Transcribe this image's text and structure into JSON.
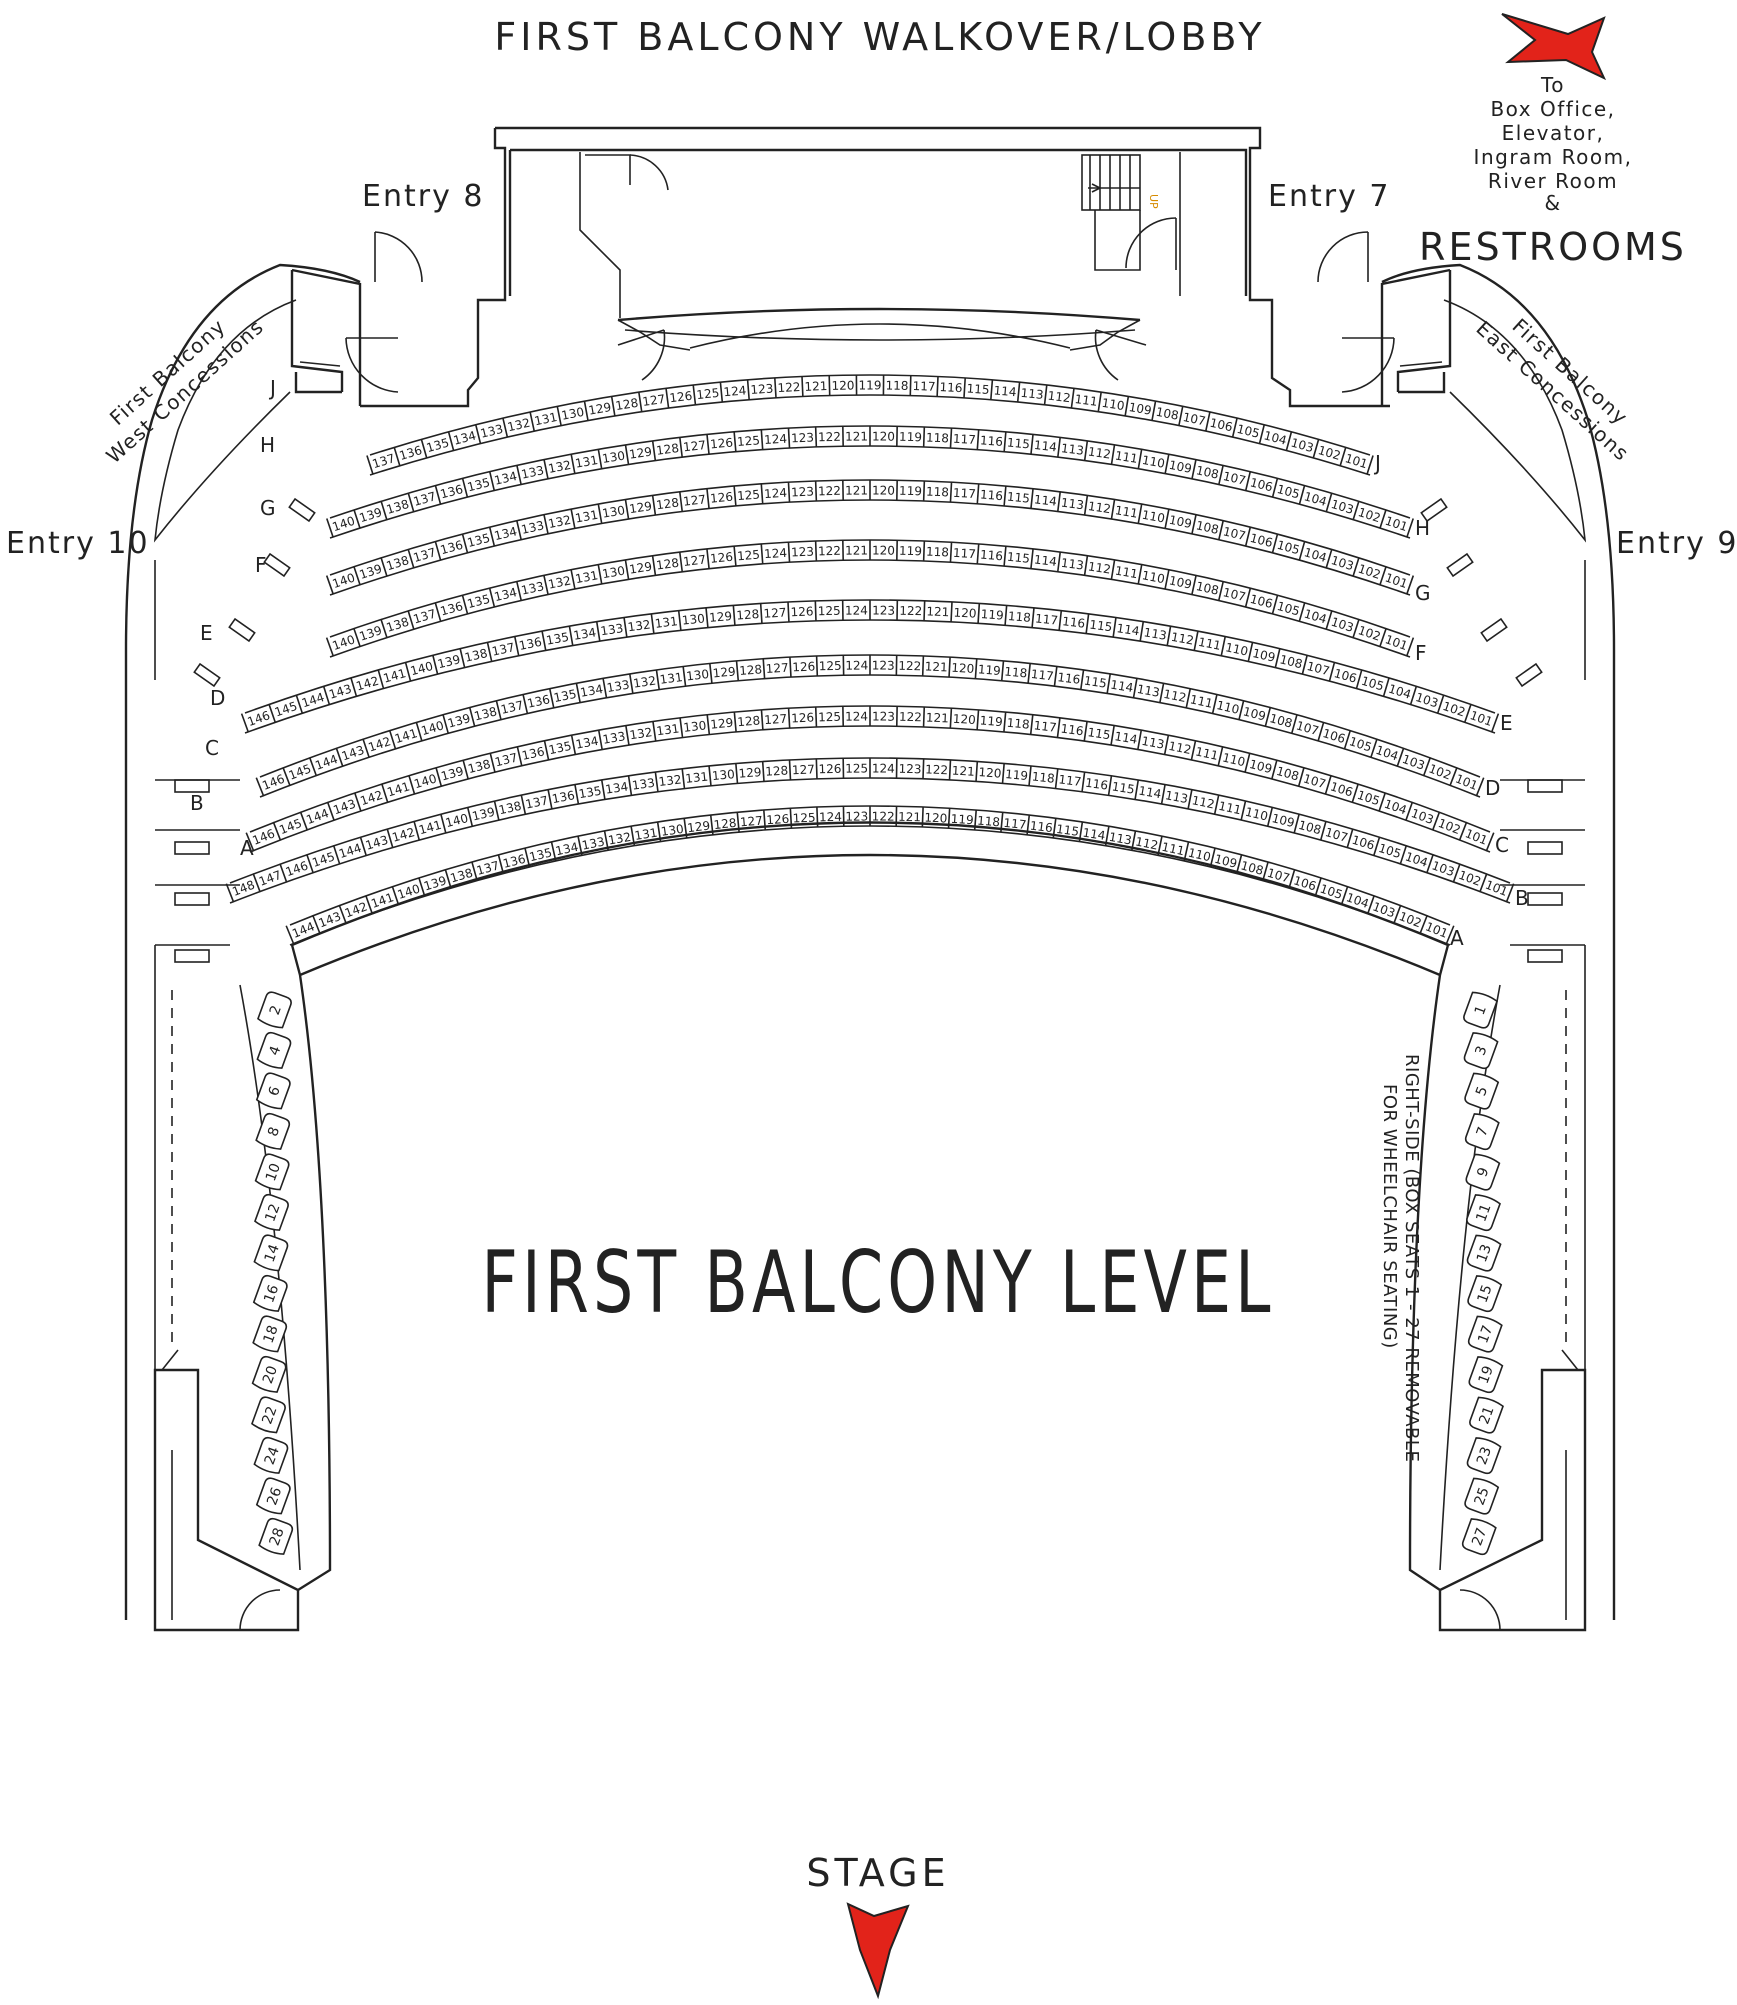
{
  "header": {
    "lobby_title": "FIRST BALCONY WALKOVER/LOBBY"
  },
  "level_title": "FIRST BALCONY LEVEL",
  "stage_label": "STAGE",
  "directions": {
    "lines": [
      "To",
      "Box Office,",
      "Elevator,",
      "Ingram Room,",
      "River Room",
      "&"
    ],
    "restrooms": "RESTROOMS"
  },
  "entries": {
    "e7": "Entry 7",
    "e8": "Entry 8",
    "e9": "Entry 9",
    "e10": "Entry 10"
  },
  "concessions": {
    "west": [
      "First Balcony",
      "West Concessions"
    ],
    "east": [
      "First Balcony",
      "East Concessions"
    ]
  },
  "stair_label": "UP",
  "wheelchair_note": [
    "RIGHT-SIDE (BOX SEATS 1 - 27 REMOVABLE",
    "FOR WHEELCHAIR SEATING)"
  ],
  "rows": [
    {
      "label": "J",
      "first": 137,
      "last": 101
    },
    {
      "label": "H",
      "first": 140,
      "last": 101
    },
    {
      "label": "G",
      "first": 140,
      "last": 101
    },
    {
      "label": "F",
      "first": 140,
      "last": 101
    },
    {
      "label": "E",
      "first": 146,
      "last": 101
    },
    {
      "label": "D",
      "first": 146,
      "last": 101
    },
    {
      "label": "C",
      "first": 146,
      "last": 101
    },
    {
      "label": "B",
      "first": 148,
      "last": 101
    },
    {
      "label": "A",
      "first": 144,
      "last": 101
    }
  ],
  "box_seats": {
    "left": [
      2,
      4,
      6,
      8,
      10,
      12,
      14,
      16,
      18,
      20,
      22,
      24,
      26,
      28
    ],
    "right": [
      1,
      3,
      5,
      7,
      9,
      11,
      13,
      15,
      17,
      19,
      21,
      23,
      25,
      27
    ]
  },
  "colors": {
    "arrow": "#e2231a",
    "ink": "#222222",
    "stair_label": "#d68b00"
  }
}
